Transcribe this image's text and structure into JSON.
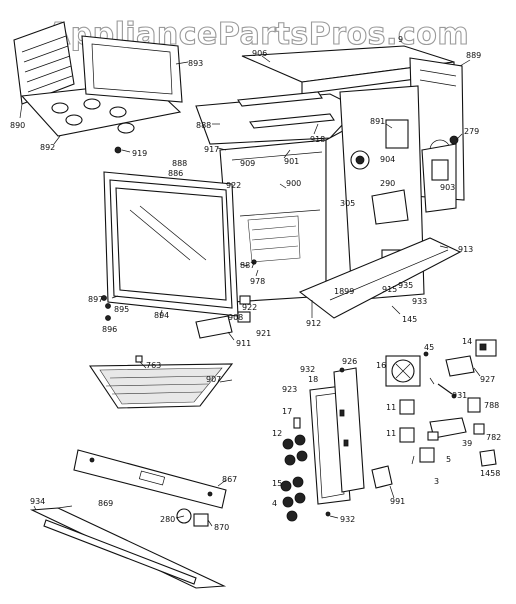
{
  "watermark": "AppliancePartsPros.com",
  "callouts": {
    "c893": "893",
    "c889": "889",
    "c906": "906",
    "c9": "9",
    "c890": "890",
    "c892": "892",
    "c919": "919",
    "c888a": "888",
    "c917": "917",
    "c918": "918",
    "c891": "891",
    "c279": "279",
    "c901": "901",
    "c909": "909",
    "c888b": "888",
    "c886": "886",
    "c922a": "922",
    "c900": "900",
    "c904": "904",
    "c290": "290",
    "c305": "305",
    "c903": "903",
    "c913": "913",
    "c887": "887",
    "c978": "978",
    "c1899": "1899",
    "c915": "915",
    "c935": "935",
    "c933": "933",
    "c897": "897",
    "c895": "895",
    "c896": "896",
    "c894": "894",
    "c908": "908",
    "c922b": "922",
    "c921": "921",
    "c912": "912",
    "c145": "145",
    "c911": "911",
    "c763": "763",
    "c907": "907",
    "c932a": "932",
    "c926": "926",
    "c923": "923",
    "c18": "18",
    "c16": "16",
    "c45": "45",
    "c14": "14",
    "c927": "927",
    "c931": "931",
    "c17": "17",
    "c11a": "11",
    "c11b": "11",
    "c788": "788",
    "c782": "782",
    "c12": "12",
    "c39": "39",
    "c5": "5",
    "c3": "3",
    "c1458": "1458",
    "c15": "15",
    "c867": "867",
    "c991": "991",
    "c4": "4",
    "c932b": "932",
    "c934": "934",
    "c869": "869",
    "c280": "280",
    "c870": "870"
  }
}
